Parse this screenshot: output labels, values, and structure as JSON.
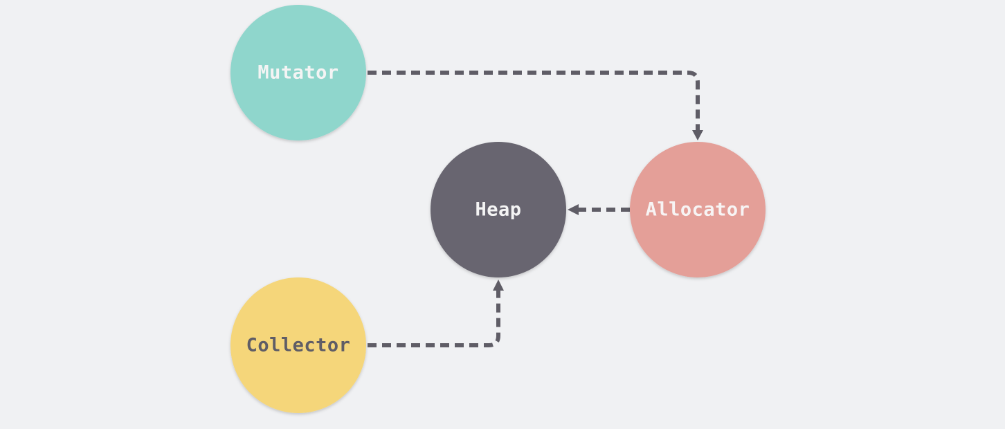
{
  "diagram": {
    "nodes": [
      {
        "id": "mutator",
        "label": "Mutator",
        "fill": "#8fd6cc",
        "text_color": "#f4f4f4"
      },
      {
        "id": "heap",
        "label": "Heap",
        "fill": "#67656f",
        "text_color": "#f4f4f4"
      },
      {
        "id": "allocator",
        "label": "Allocator",
        "fill": "#e49f98",
        "text_color": "#f7f4f4"
      },
      {
        "id": "collector",
        "label": "Collector",
        "fill": "#f5d67a",
        "text_color": "#5f5d66"
      }
    ],
    "edges": [
      {
        "from": "mutator",
        "to": "allocator"
      },
      {
        "from": "allocator",
        "to": "heap"
      },
      {
        "from": "collector",
        "to": "heap"
      }
    ],
    "colors": {
      "background": "#f0f1f3",
      "connector": "#5f5d66"
    }
  }
}
